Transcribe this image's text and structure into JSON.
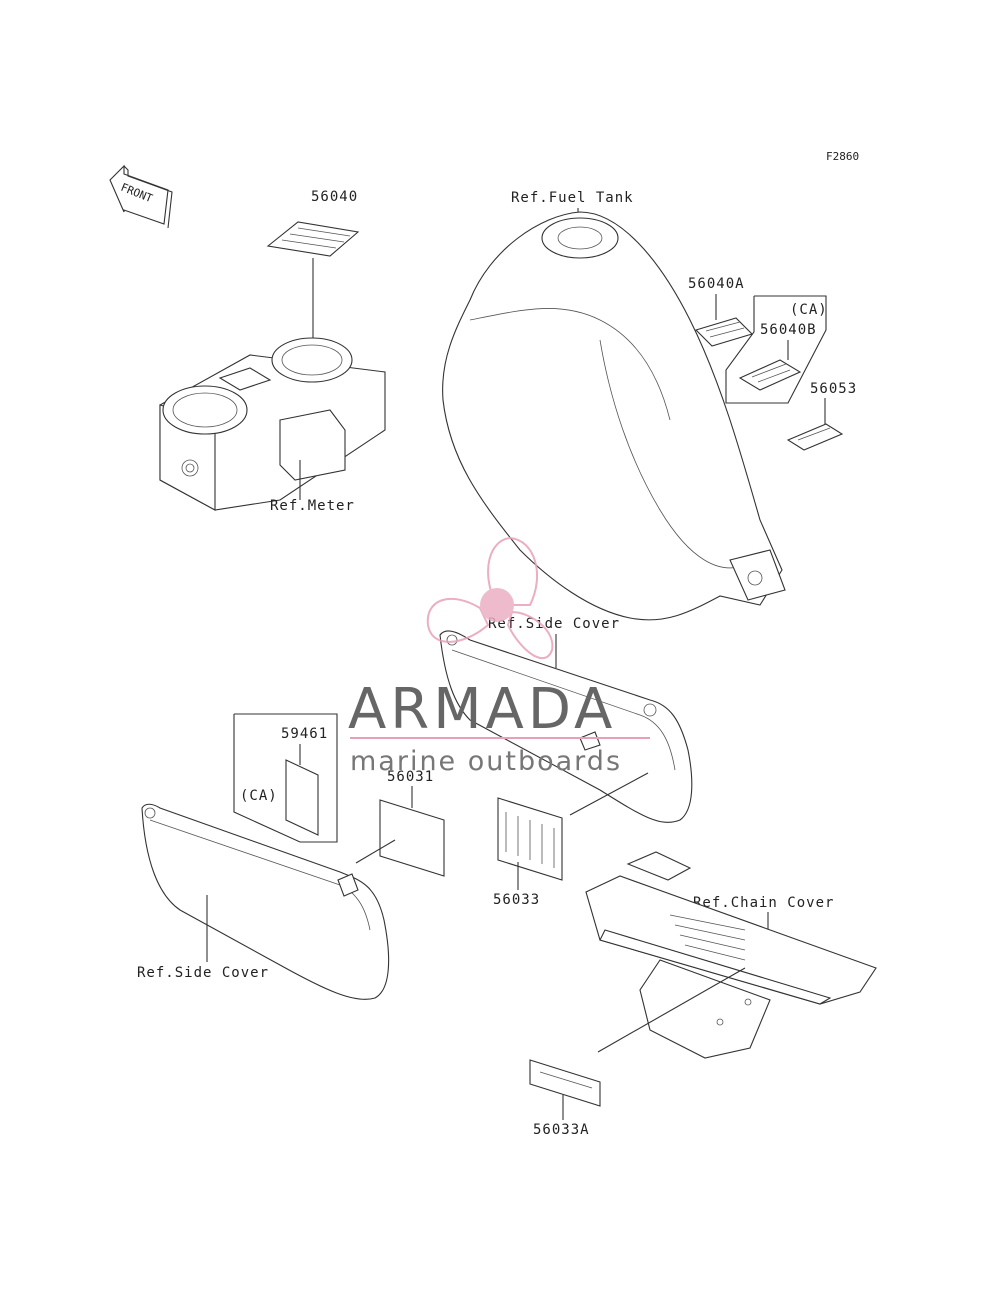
{
  "diagram": {
    "code": "F2860",
    "front_arrow": "FRONT",
    "labels": {
      "p56040": "56040",
      "ref_fuel_tank": "Ref.Fuel Tank",
      "p56040a": "56040A",
      "ca_top": "(CA)",
      "p56040b": "56040B",
      "p56053": "56053",
      "ref_meter": "Ref.Meter",
      "ref_side_cover_right": "Ref.Side Cover",
      "p59461": "59461",
      "ca_left": "(CA)",
      "p56031": "56031",
      "p56033": "56033",
      "ref_chain_cover": "Ref.Chain Cover",
      "ref_side_cover_left": "Ref.Side Cover",
      "p56033a": "56033A"
    }
  },
  "watermark": {
    "brand": "ARMADA",
    "tagline": "marine outboards",
    "logo": "propeller-icon",
    "color": "#e8a0b8"
  }
}
